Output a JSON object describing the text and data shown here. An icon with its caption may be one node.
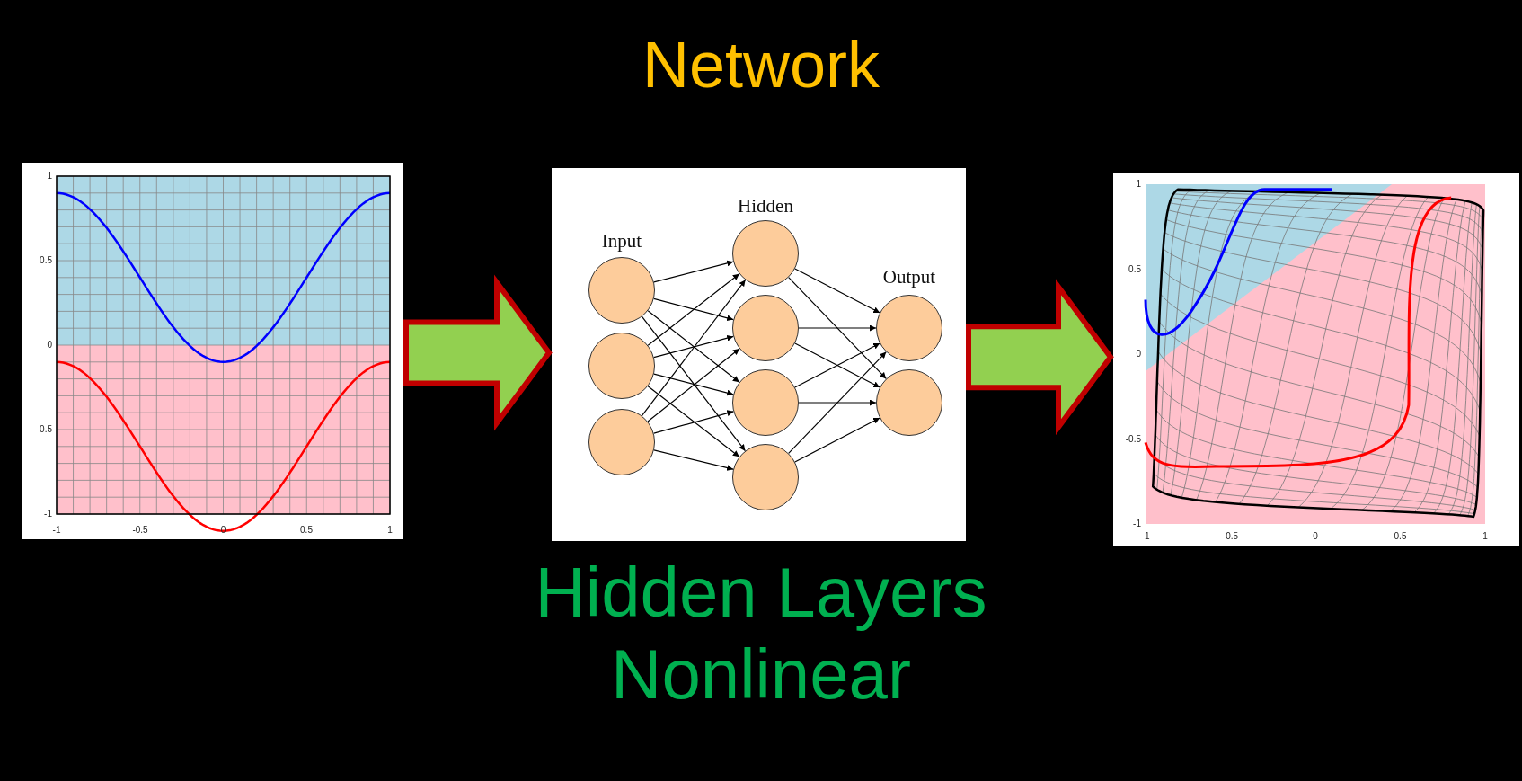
{
  "diagram": {
    "title": "Network",
    "nodes": [
      {
        "text": [],
        "shape": "picture"
      },
      {
        "text": [],
        "shape": "box"
      },
      {
        "text": [],
        "shape": "circle",
        "in": 1
      },
      {
        "text": [],
        "shape": "circle",
        "in": 1
      },
      {
        "text": [],
        "shape": "circle",
        "in": 1
      },
      {
        "text": [],
        "shape": "circle",
        "in": 1
      },
      {
        "text": [],
        "shape": "circle",
        "in": 1
      },
      {
        "text": [],
        "shape": "circle",
        "in": 1
      },
      {
        "text": [],
        "shape": "circle",
        "in": 1
      },
      {
        "text": [],
        "shape": "circle",
        "in": 1
      },
      {
        "text": [],
        "shape": "circle",
        "in": 1
      },
      {
        "text": [],
        "shape": "picture"
      }
    ],
    "edges": [
      {
        "from": 0,
        "to": 1,
        "arrow": "to",
        "style": "thick"
      },
      {
        "from": 2,
        "to": 5,
        "arrow": "to"
      },
      {
        "from": 2,
        "to": 6,
        "arrow": "to"
      },
      {
        "from": 2,
        "to": 7,
        "arrow": "to"
      },
      {
        "from": 2,
        "to": 8,
        "arrow": "to"
      },
      {
        "from": 3,
        "to": 5,
        "arrow": "to"
      },
      {
        "from": 3,
        "to": 6,
        "arrow": "to"
      },
      {
        "from": 3,
        "to": 7,
        "arrow": "to"
      },
      {
        "from": 3,
        "to": 8,
        "arrow": "to"
      },
      {
        "from": 4,
        "to": 5,
        "arrow": "to"
      },
      {
        "from": 4,
        "to": 6,
        "arrow": "to"
      },
      {
        "from": 4,
        "to": 7,
        "arrow": "to"
      },
      {
        "from": 4,
        "to": 8,
        "arrow": "to"
      },
      {
        "from": 5,
        "to": 9,
        "arrow": "to"
      },
      {
        "from": 5,
        "to": 10,
        "arrow": "to"
      },
      {
        "from": 6,
        "to": 9,
        "arrow": "to"
      },
      {
        "from": 6,
        "to": 10,
        "arrow": "to"
      },
      {
        "from": 7,
        "to": 9,
        "arrow": "to"
      },
      {
        "from": 7,
        "to": 10,
        "arrow": "to"
      },
      {
        "from": 8,
        "to": 9,
        "arrow": "to"
      },
      {
        "from": 8,
        "to": 10,
        "arrow": "to"
      },
      {
        "from": 1,
        "to": 11,
        "arrow": "to",
        "style": "thick"
      }
    ],
    "labels": [
      "1",
      "0.5",
      "0",
      "-0.5",
      "-1",
      "-1",
      "-0.5",
      "0",
      "0.5",
      "1",
      "Hidden",
      "Input",
      "Output",
      "1",
      "0.5",
      "0",
      "-0.5",
      "-1",
      "-1",
      "-0.5",
      "0",
      "0.5",
      "1",
      "Hidden Layers Nonlinear"
    ]
  }
}
